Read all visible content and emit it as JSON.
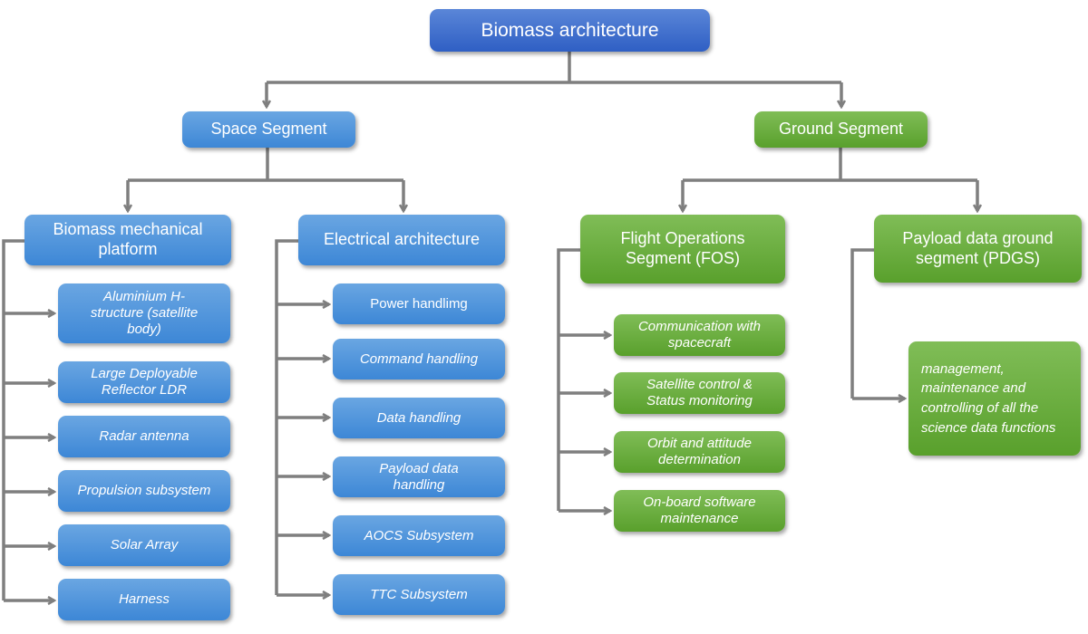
{
  "title": "Biomass architecture",
  "colors": {
    "root": "#3465c8",
    "space": "#4a90da",
    "ground": "#6aae3e",
    "connector": "#7f7f7f"
  },
  "space_segment": {
    "label": "Space Segment",
    "mechanical": {
      "label": "Biomass mechanical platform",
      "items": [
        "Aluminium H-structure (satellite body)",
        "Large Deployable Reflector LDR",
        "Radar antenna",
        "Propulsion subsystem",
        "Solar Array",
        "Harness"
      ]
    },
    "electrical": {
      "label": "Electrical architecture",
      "items": [
        "Power handlimg",
        "Command handling",
        "Data handling",
        "Payload data handling",
        "AOCS Subsystem",
        "TTC Subsystem"
      ]
    }
  },
  "ground_segment": {
    "label": "Ground Segment",
    "fos": {
      "label": "Flight Operations Segment (FOS)",
      "items": [
        "Communication with spacecraft",
        "Satellite control & Status monitoring",
        "Orbit and attitude determination",
        "On-board software maintenance"
      ]
    },
    "pdgs": {
      "label": "Payload data ground segment (PDGS)",
      "items": [
        "management, maintenance and controlling of all the science data functions"
      ]
    }
  }
}
